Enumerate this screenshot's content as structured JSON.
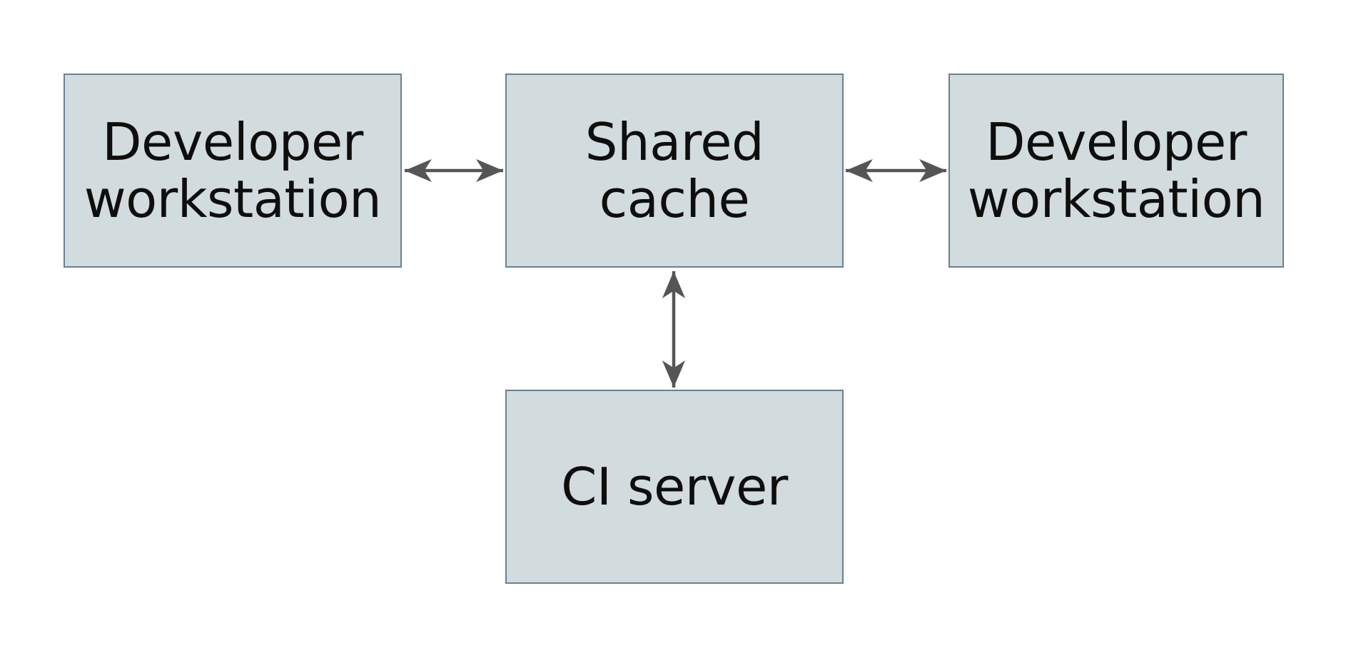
{
  "diagram": {
    "type": "architecture-diagram",
    "background": "#ffffff",
    "nodes": [
      {
        "id": "developer-workstation-left",
        "label": "Developer\nworkstation"
      },
      {
        "id": "shared-cache",
        "label": "Shared\ncache"
      },
      {
        "id": "developer-workstation-right",
        "label": "Developer\nworkstation"
      },
      {
        "id": "ci-server",
        "label": "CI server"
      }
    ],
    "edges": [
      {
        "from": "developer-workstation-left",
        "to": "shared-cache",
        "direction": "bidirectional"
      },
      {
        "from": "shared-cache",
        "to": "developer-workstation-right",
        "direction": "bidirectional"
      },
      {
        "from": "shared-cache",
        "to": "ci-server",
        "direction": "bidirectional"
      }
    ],
    "colors": {
      "node_fill": "#d2dbde",
      "node_border": "#68828f",
      "arrow": "#555555",
      "text": "#0e0e0e",
      "background": "#ffffff"
    }
  }
}
